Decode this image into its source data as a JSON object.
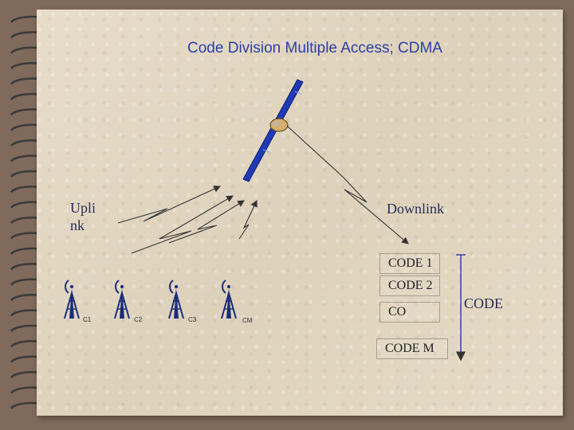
{
  "title": "Code Division Multiple Access; CDMA",
  "uplink_label_line1": "Upli",
  "uplink_label_line2": "nk",
  "downlink_label": "Downlink",
  "codes": [
    "CODE 1",
    "CODE 2",
    "CO",
    "CODE M"
  ],
  "code_axis_label": "CODE",
  "towers": [
    "C1",
    "C2",
    "C3",
    "CM"
  ],
  "colors": {
    "title": "#2b3ea8",
    "satellite_panel": "#1f3bb5",
    "tower": "#1a2d7a",
    "arrow": "#333333"
  },
  "icons": [
    "spiral-binding-icon",
    "satellite-icon",
    "antenna-tower-icon",
    "down-arrow-icon"
  ]
}
